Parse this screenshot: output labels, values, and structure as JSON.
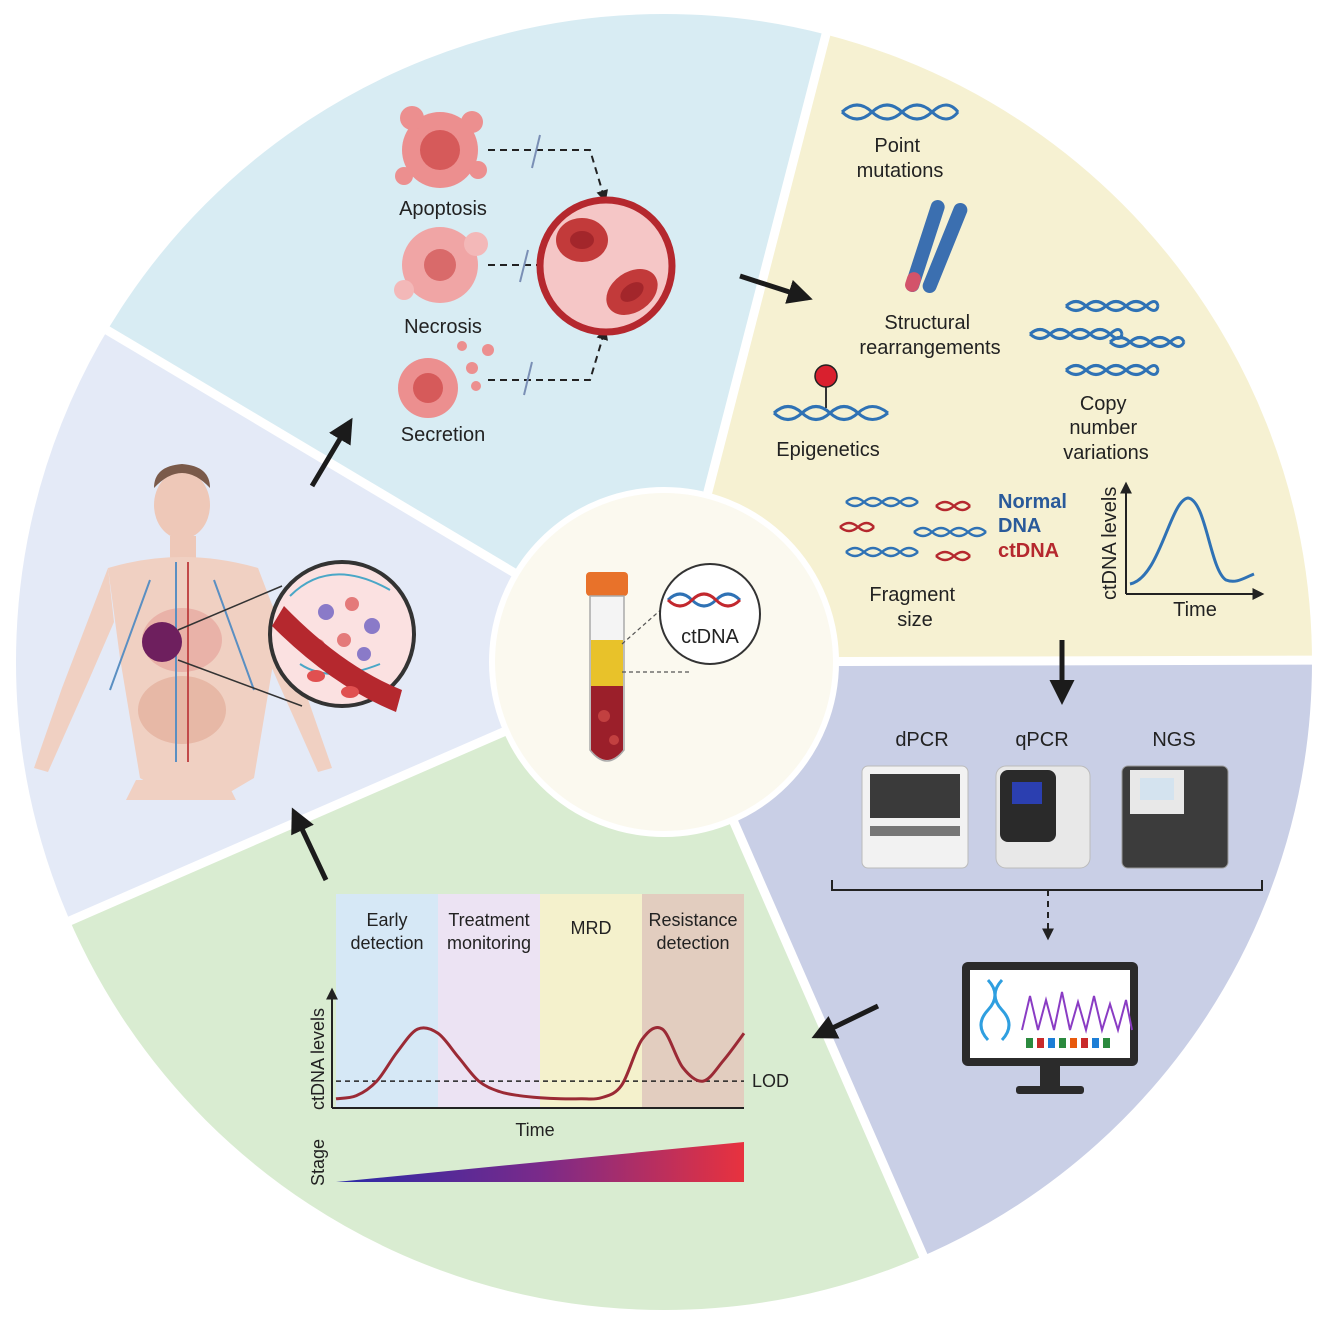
{
  "colors": {
    "release": "#d8ecf3",
    "features": "#f6f1d2",
    "detection": "#c9cfe6",
    "applications": "#d9ecd1",
    "patient": "#e4eaf7",
    "center": "#fbf9ef",
    "normal_dna": "#2a5a9a",
    "ctdna": "#b5282e",
    "curve": "#9b2a35"
  },
  "release": {
    "apoptosis": "Apoptosis",
    "necrosis": "Necrosis",
    "secretion": "Secretion"
  },
  "features": {
    "point_mutations": [
      "Point",
      "mutations"
    ],
    "structural": [
      "Structural",
      "rearrangements"
    ],
    "epigenetics": "Epigenetics",
    "copy_number": [
      "Copy",
      "number",
      "variations"
    ],
    "fragment_size": [
      "Fragment",
      "size"
    ],
    "legend_normal": [
      "Normal",
      "DNA"
    ],
    "legend_ctdna": "ctDNA",
    "mini_chart": {
      "ylabel": "ctDNA levels",
      "xlabel": "Time"
    }
  },
  "center": {
    "label": "ctDNA"
  },
  "detection": {
    "methods": [
      "dPCR",
      "qPCR",
      "NGS"
    ]
  },
  "applications": {
    "phases": [
      "Early detection",
      "Treatment monitoring",
      "MRD",
      "Resistance detection"
    ],
    "phase_lines": [
      [
        "Early",
        "detection"
      ],
      [
        "Treatment",
        "monitoring"
      ],
      [
        "MRD"
      ],
      [
        "Resistance",
        "detection"
      ]
    ],
    "phase_colors": [
      "#d6e8f6",
      "#ece3f3",
      "#f4f1cc",
      "#e2cdbf"
    ],
    "ylabel": "ctDNA levels",
    "xlabel": "Time",
    "lod_label": "LOD",
    "stage_label": "Stage"
  },
  "chart_data": {
    "type": "line",
    "title": "",
    "xlabel": "Time",
    "ylabel": "ctDNA levels",
    "x": [
      0,
      5,
      10,
      15,
      20,
      25,
      30,
      35,
      40,
      45,
      50,
      55,
      60,
      65,
      70,
      75,
      80,
      85,
      90,
      95,
      100
    ],
    "series": [
      {
        "values": [
          0.05,
          0.08,
          0.22,
          0.5,
          0.72,
          0.68,
          0.45,
          0.22,
          0.12,
          0.08,
          0.06,
          0.05,
          0.05,
          0.06,
          0.18,
          0.62,
          0.72,
          0.35,
          0.22,
          0.42,
          0.68
        ]
      }
    ],
    "lod": 0.22,
    "regions": [
      "Early detection",
      "Treatment monitoring",
      "MRD",
      "Resistance detection"
    ],
    "xlim": [
      0,
      100
    ],
    "ylim": [
      0,
      1
    ],
    "grid": false
  }
}
